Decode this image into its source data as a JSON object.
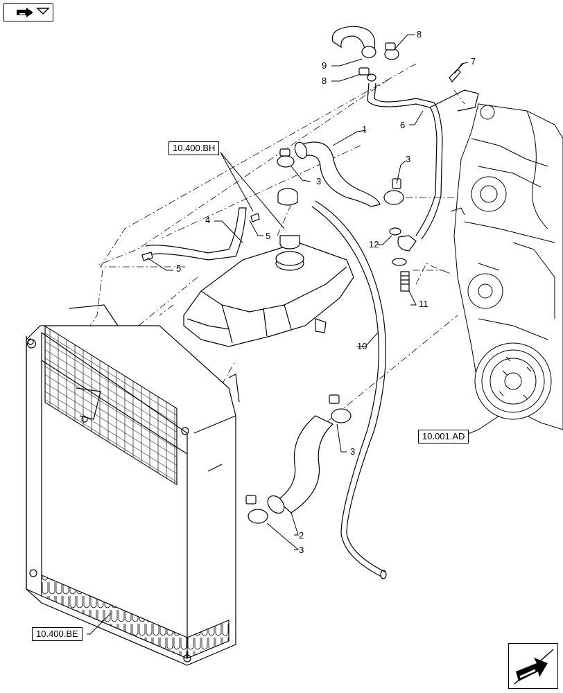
{
  "references": {
    "expansion_tank": "10.400.BH",
    "engine": "10.001.AD",
    "radiator": "10.400.BE"
  },
  "callouts": {
    "hose_upper": "1",
    "hose_lower": "2",
    "clamp_top_left": "3",
    "clamp_top_right": "3",
    "clamp_middle": "3",
    "clamp_bottom": "3",
    "hose_tank": "4",
    "clip_left": "5",
    "clip_right": "5",
    "pipe": "6",
    "bolt": "7",
    "clamp_upper_right": "8",
    "clamp_upper_left": "8",
    "hose_bend": "9",
    "hose_long": "10",
    "fitting": "11",
    "elbow": "12"
  },
  "icons": {
    "previous_page": "arrow-left-icon",
    "next_page": "arrow-right-icon"
  }
}
